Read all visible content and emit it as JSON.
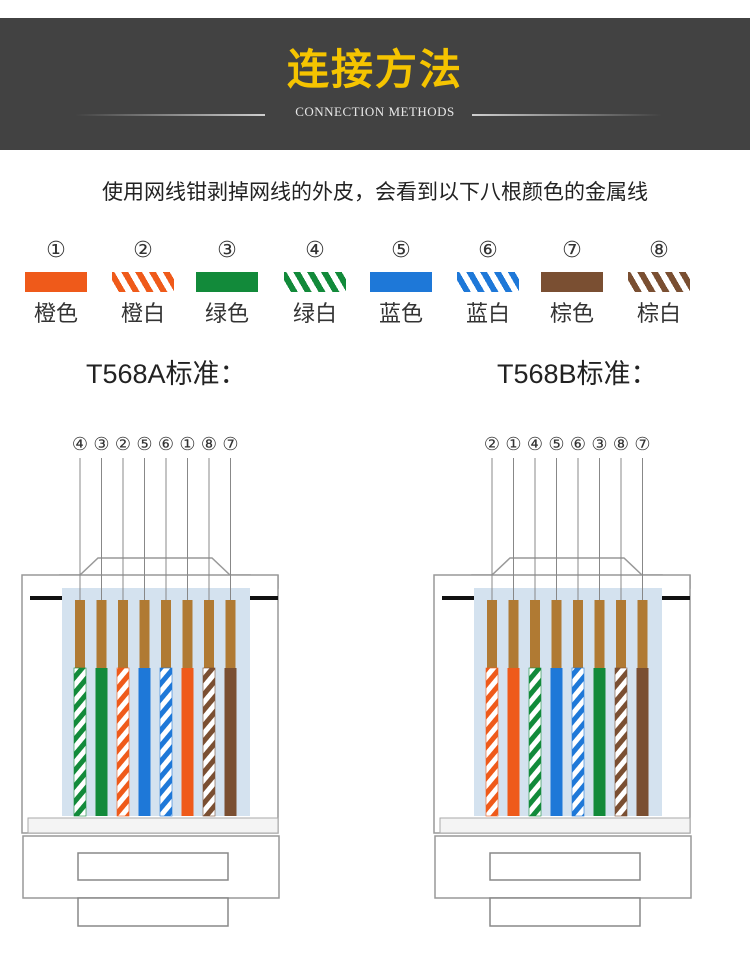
{
  "header": {
    "title": "连接方法",
    "subtitle": "CONNECTION METHODS",
    "title_color": "#f5c400",
    "background": "#424242"
  },
  "intro_text": "使用网线钳剥掉网线的外皮，会看到以下八根颜色的金属线",
  "legend": [
    {
      "num": "①",
      "name": "橙色",
      "color": "#ef5a1a",
      "striped": false
    },
    {
      "num": "②",
      "name": "橙白",
      "color": "#ef5a1a",
      "striped": true
    },
    {
      "num": "③",
      "name": "绿色",
      "color": "#128a3a",
      "striped": false
    },
    {
      "num": "④",
      "name": "绿白",
      "color": "#128a3a",
      "striped": true
    },
    {
      "num": "⑤",
      "name": "蓝色",
      "color": "#1e78d8",
      "striped": false
    },
    {
      "num": "⑥",
      "name": "蓝白",
      "color": "#1e78d8",
      "striped": true
    },
    {
      "num": "⑦",
      "name": "棕色",
      "color": "#7a4f32",
      "striped": false
    },
    {
      "num": "⑧",
      "name": "棕白",
      "color": "#7a4f32",
      "striped": true
    }
  ],
  "standards": [
    {
      "label": "T568A标准：",
      "order": [
        "④",
        "③",
        "②",
        "⑤",
        "⑥",
        "①",
        "⑧",
        "⑦"
      ]
    },
    {
      "label": "T568B标准：",
      "order": [
        "②",
        "①",
        "④",
        "⑤",
        "⑥",
        "③",
        "⑧",
        "⑦"
      ]
    }
  ],
  "contact_color": "#b07a33"
}
